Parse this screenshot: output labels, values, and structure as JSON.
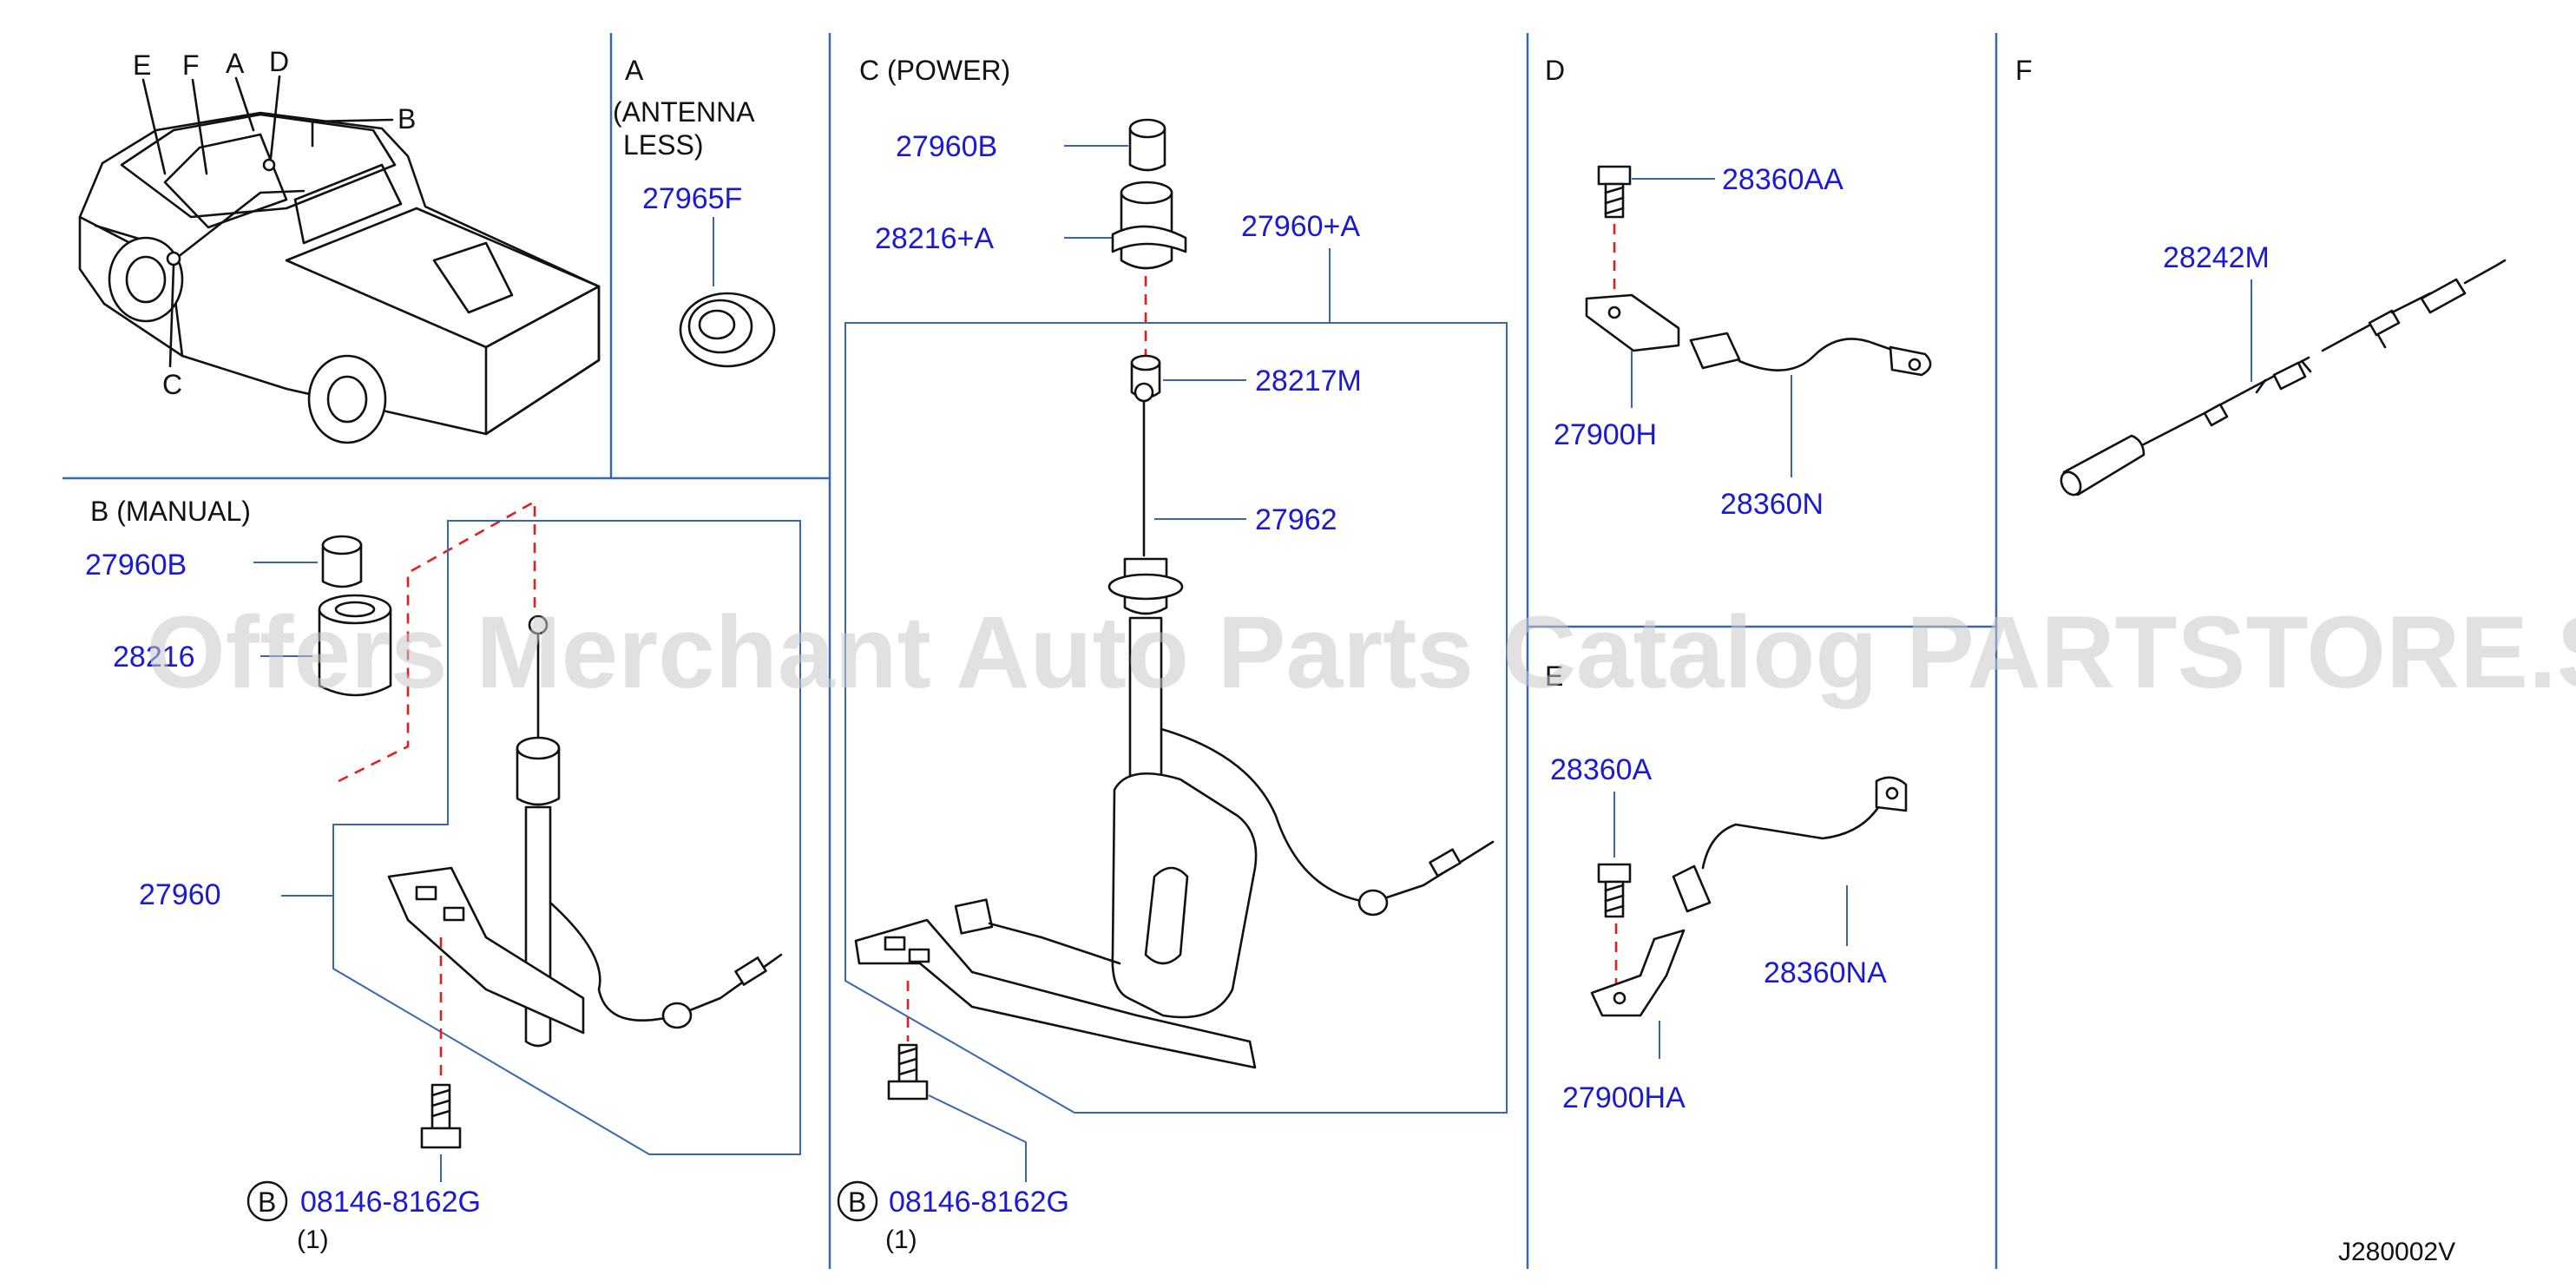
{
  "diagram_code": "J280002V",
  "watermark": "Offers Merchant Auto Parts Catalog PARTSTORE.SA",
  "overview": {
    "callouts": [
      "E",
      "F",
      "A",
      "D",
      "B",
      "C"
    ]
  },
  "sections": {
    "a": {
      "letter": "A",
      "title_line1": "(ANTENNA",
      "title_line2": "LESS)"
    },
    "b": {
      "title": "B  (MANUAL)"
    },
    "c": {
      "title": "C  (POWER)"
    },
    "d": {
      "title": "D"
    },
    "e": {
      "title": "E"
    },
    "f": {
      "title": "F"
    }
  },
  "labels": {
    "a_grommet": "27965F",
    "b_cap": "27960B",
    "b_bezel": "28216",
    "b_assembly": "27960",
    "b_bolt": "08146-8162G",
    "b_bolt_circle": "B",
    "b_qty": "(1)",
    "c_cap": "27960B",
    "c_bezel": "28216+A",
    "c_assembly": "27960+A",
    "c_nut": "28217M",
    "c_mast": "27962",
    "c_bolt": "08146-8162G",
    "c_bolt_circle": "B",
    "c_qty": "(1)",
    "d_bolt": "28360AA",
    "d_bracket": "27900H",
    "d_strap": "28360N",
    "e_bolt": "28360A",
    "e_strap": "28360NA",
    "e_bracket": "27900HA",
    "f_cable": "28242M"
  },
  "colors": {
    "label": "#1a1ad6",
    "leader": "#3a66b0",
    "dashed": "#e02020",
    "ink": "#111111",
    "watermark": "#c8c8c8"
  }
}
